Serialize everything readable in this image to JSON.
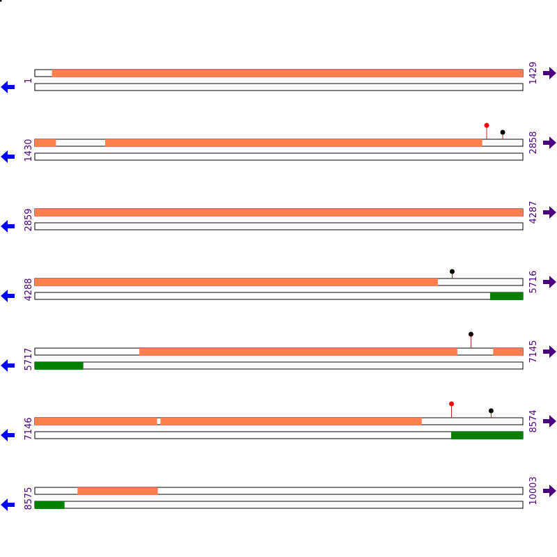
{
  "colors": {
    "forward_feature": "#ff7f50",
    "reverse_feature": "#008000",
    "site_black": "#000000",
    "site_red": "#ff0000",
    "stem": "#b22222",
    "arrow_left": "#0000ff",
    "arrow_right": "#4b0082",
    "label": "#4b0082"
  },
  "icons": {
    "left": "arrow-left-icon",
    "right": "arrow-right-icon"
  },
  "rows": [
    {
      "start": "1",
      "end": "1429",
      "range": [
        1,
        1429
      ],
      "forward": [
        [
          51,
          1429
        ]
      ],
      "reverse": [],
      "sites": []
    },
    {
      "start": "1430",
      "end": "2858",
      "range": [
        1430,
        2858
      ],
      "forward": [
        [
          1430,
          1491
        ],
        [
          1636,
          2739
        ]
      ],
      "reverse": [],
      "sites": [
        {
          "pos": 2753,
          "color": "red"
        },
        {
          "pos": 2800,
          "color": "black"
        }
      ]
    },
    {
      "start": "2859",
      "end": "4287",
      "range": [
        2859,
        4287
      ],
      "forward": [
        [
          2859,
          4287
        ]
      ],
      "reverse": [],
      "sites": []
    },
    {
      "start": "4288",
      "end": "5716",
      "range": [
        4288,
        5716
      ],
      "forward": [
        [
          4288,
          5467
        ]
      ],
      "reverse": [
        [
          5621,
          5716
        ]
      ],
      "sites": [
        {
          "pos": 5510,
          "color": "black"
        }
      ]
    },
    {
      "start": "5717",
      "end": "7145",
      "range": [
        5717,
        7145
      ],
      "forward": [
        [
          6023,
          6953
        ],
        [
          7059,
          7145
        ]
      ],
      "reverse": [
        [
          5717,
          5858
        ]
      ],
      "sites": [
        {
          "pos": 6994,
          "color": "black"
        }
      ]
    },
    {
      "start": "7146",
      "end": "8574",
      "range": [
        7146,
        8574
      ],
      "forward": [
        [
          7146,
          7503
        ],
        [
          7514,
          8278
        ]
      ],
      "reverse": [
        [
          8365,
          8574
        ]
      ],
      "sites": [
        {
          "pos": 8366,
          "color": "red"
        },
        {
          "pos": 8482,
          "color": "black"
        }
      ]
    },
    {
      "start": "8575",
      "end": "10003",
      "range": [
        8575,
        10003
      ],
      "forward": [
        [
          8700,
          8934
        ]
      ],
      "reverse": [
        [
          8575,
          8661
        ]
      ],
      "sites": []
    }
  ]
}
